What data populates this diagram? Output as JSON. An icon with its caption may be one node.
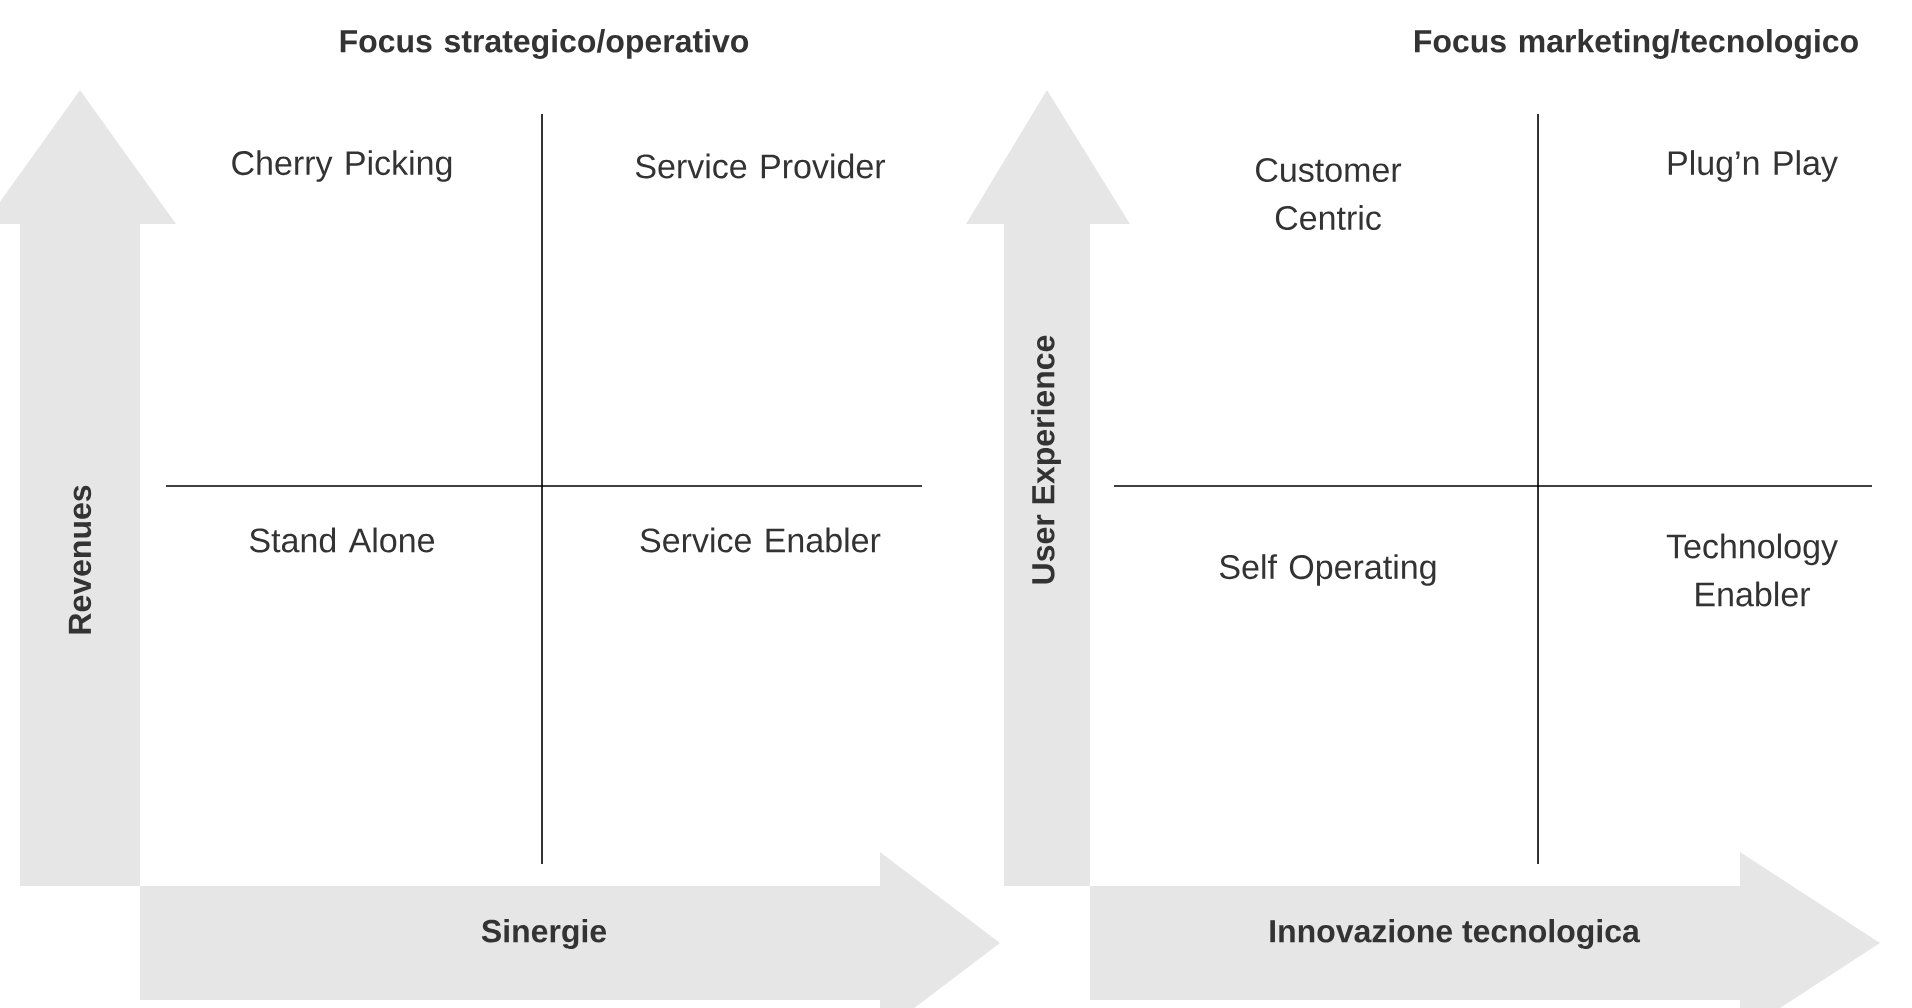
{
  "diagram": {
    "nodes": [
      {
        "text": [
          "Revenues"
        ]
      },
      {
        "text": [
          "Sinergie"
        ]
      },
      {
        "text": [
          "User Experience"
        ]
      },
      {
        "text": [
          "Innovazione tecnologica"
        ]
      }
    ],
    "labels": [
      "Focus strategico/operativo",
      "Focus marketing/tecnologico",
      "Cherry Picking",
      "Service Provider",
      "Stand Alone",
      "Service Enabler",
      "Customer Centric",
      "Plug’n Play",
      "Self Operating",
      "Technology Enabler"
    ]
  }
}
